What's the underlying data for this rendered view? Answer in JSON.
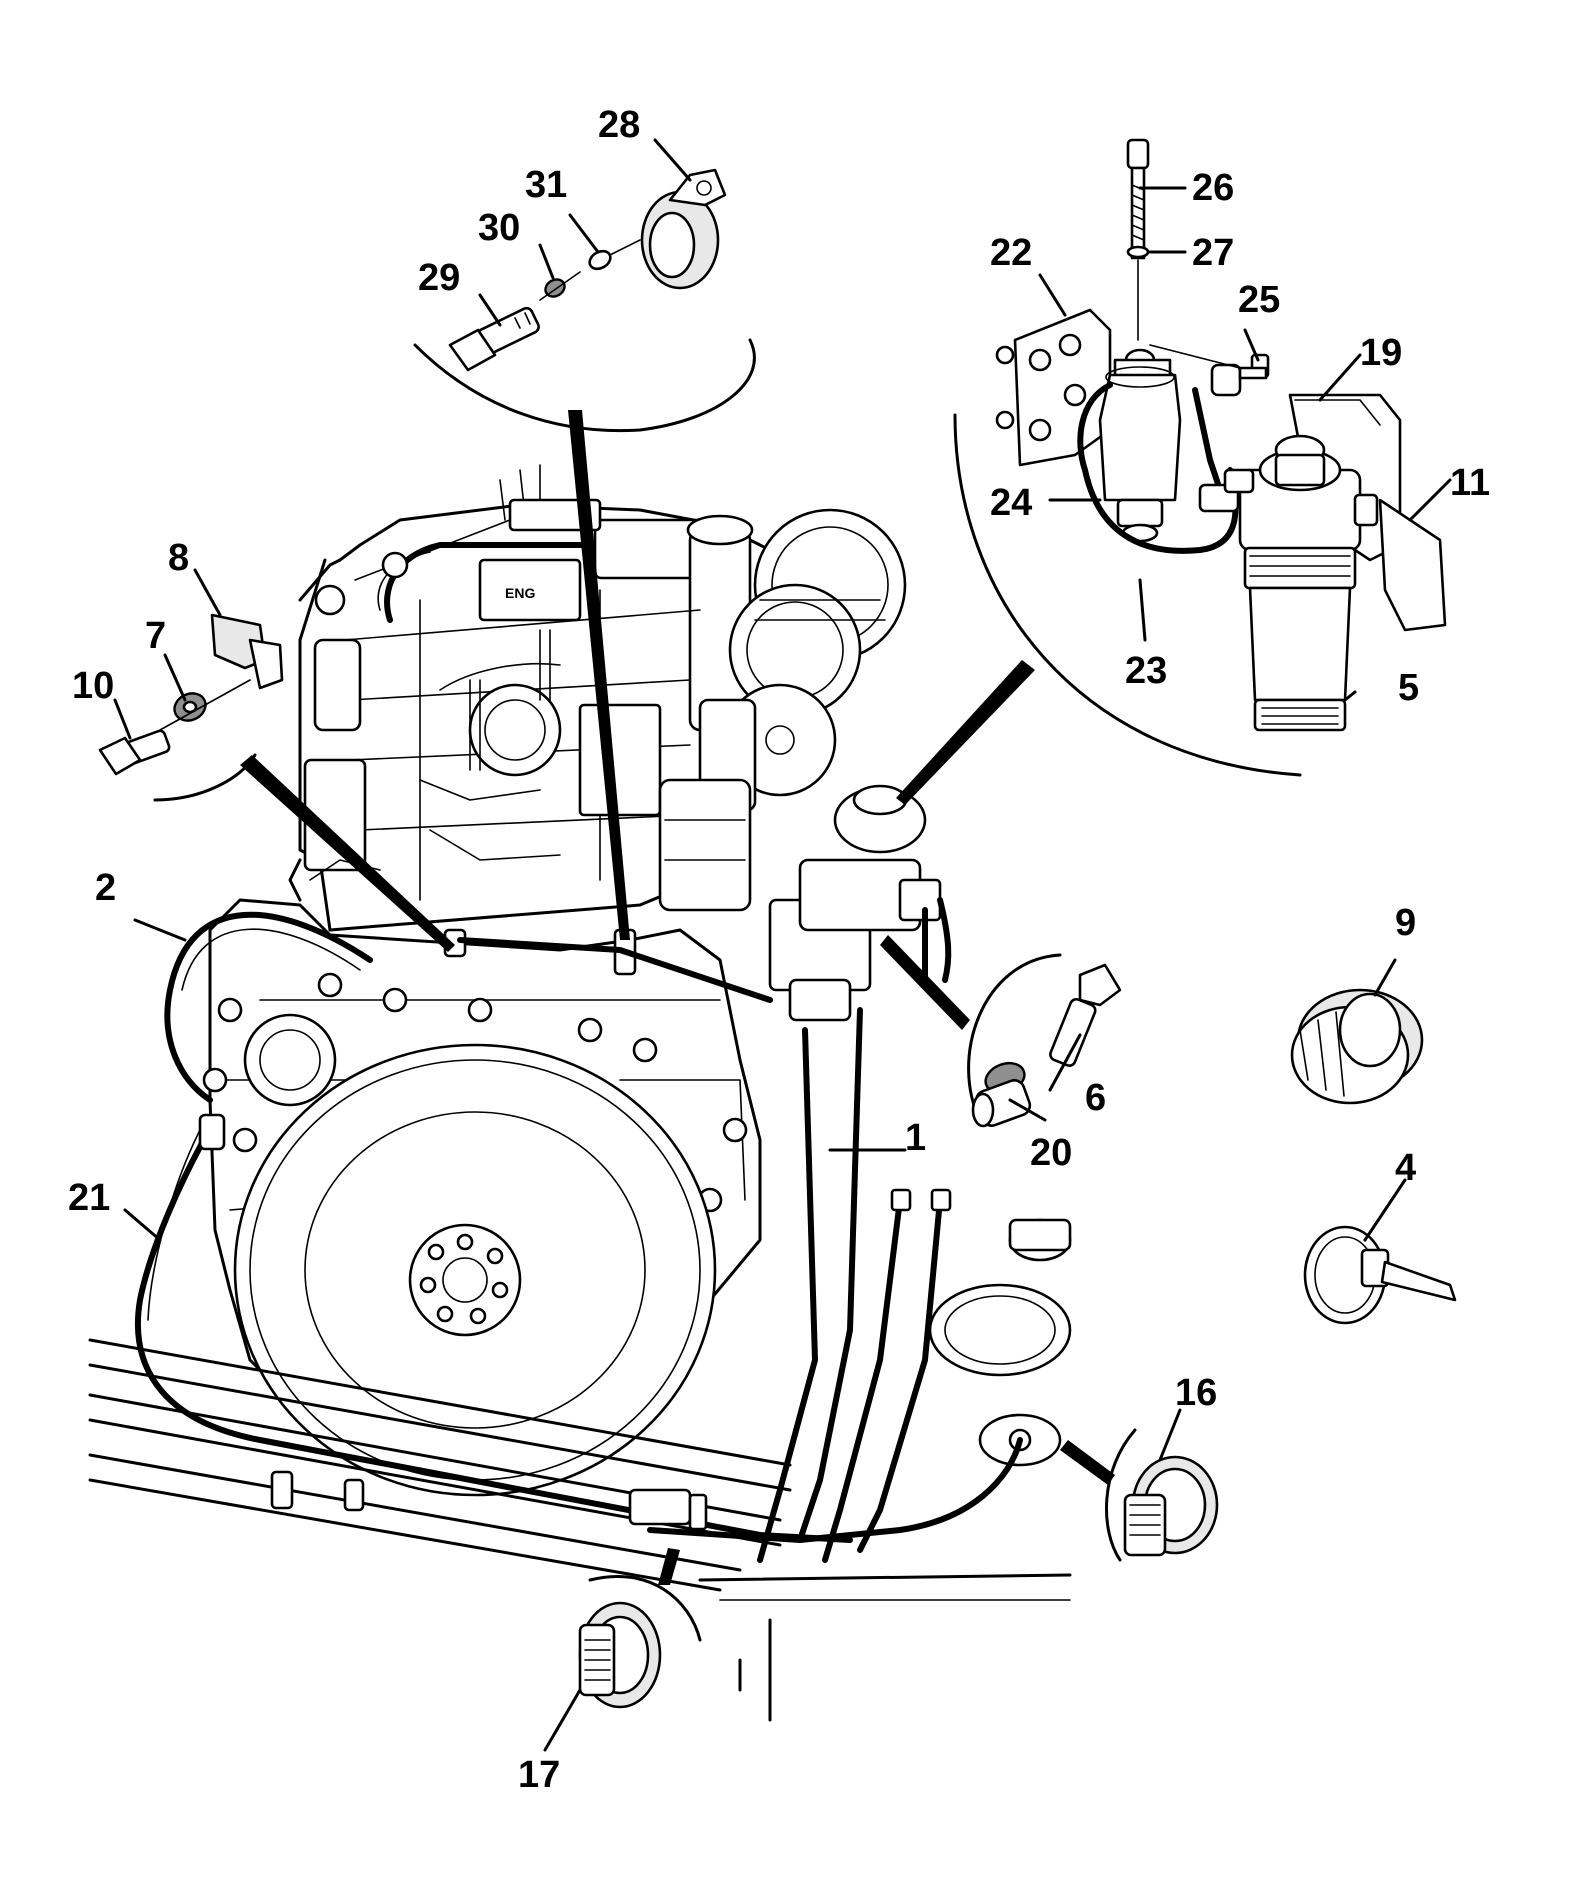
{
  "callouts": [
    {
      "id": "c1",
      "label": "1"
    },
    {
      "id": "c2",
      "label": "2"
    },
    {
      "id": "c4",
      "label": "4"
    },
    {
      "id": "c5",
      "label": "5"
    },
    {
      "id": "c6",
      "label": "6"
    },
    {
      "id": "c7",
      "label": "7"
    },
    {
      "id": "c8",
      "label": "8"
    },
    {
      "id": "c9",
      "label": "9"
    },
    {
      "id": "c10",
      "label": "10"
    },
    {
      "id": "c11",
      "label": "11"
    },
    {
      "id": "c16",
      "label": "16"
    },
    {
      "id": "c17",
      "label": "17"
    },
    {
      "id": "c19",
      "label": "19"
    },
    {
      "id": "c20",
      "label": "20"
    },
    {
      "id": "c21",
      "label": "21"
    },
    {
      "id": "c22",
      "label": "22"
    },
    {
      "id": "c23",
      "label": "23"
    },
    {
      "id": "c24",
      "label": "24"
    },
    {
      "id": "c25",
      "label": "25"
    },
    {
      "id": "c26",
      "label": "26"
    },
    {
      "id": "c27",
      "label": "27"
    },
    {
      "id": "c28",
      "label": "28"
    },
    {
      "id": "c29",
      "label": "29"
    },
    {
      "id": "c30",
      "label": "30"
    },
    {
      "id": "c31",
      "label": "31"
    }
  ]
}
